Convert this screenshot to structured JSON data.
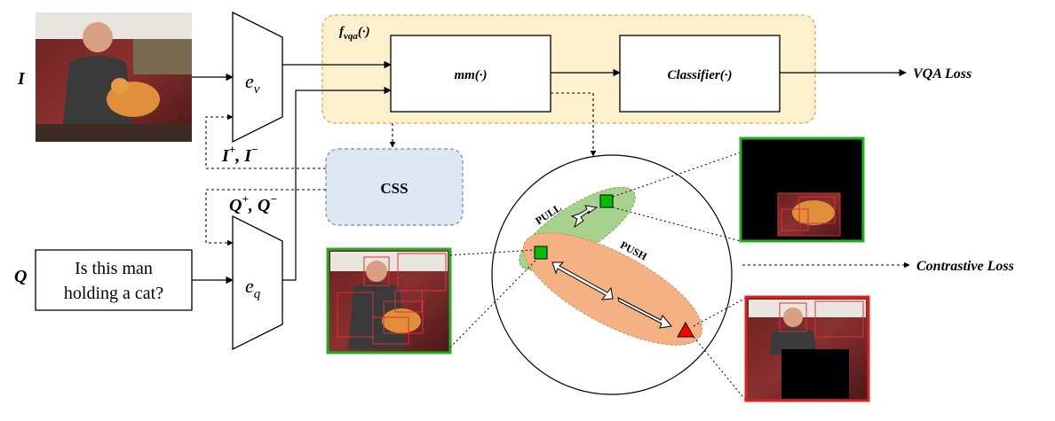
{
  "inputs": {
    "image_symbol": "I",
    "question_symbol": "Q",
    "question_text_line1": "Is this man",
    "question_text_line2": "holding a cat?"
  },
  "encoders": {
    "visual_base": "e",
    "visual_sub": "v",
    "question_base": "e",
    "question_sub": "q"
  },
  "vqa_module": {
    "name_base": "f",
    "name_sub": "vqa",
    "name_args": "(·)",
    "mm_label": "mm(·)",
    "classifier_label": "Classifier(·)",
    "loss_label": "VQA Loss",
    "fill_color": "#fdf0cc",
    "border_color": "#d4a850"
  },
  "css_module": {
    "label": "CSS",
    "fill_color": "#dde8f4",
    "border_color": "#6a8cb8"
  },
  "samples": {
    "image_pos": "+",
    "image_neg": "−",
    "image_base": "I",
    "question_base": "Q",
    "sep": ", "
  },
  "contrastive": {
    "pull_label": "PULL",
    "push_label": "PUSH",
    "loss_label": "Contrastive Loss",
    "pull_color": "#a9d18e",
    "push_color": "#f4b183",
    "positive_color": "#00c000",
    "negative_color": "#ff0000"
  }
}
